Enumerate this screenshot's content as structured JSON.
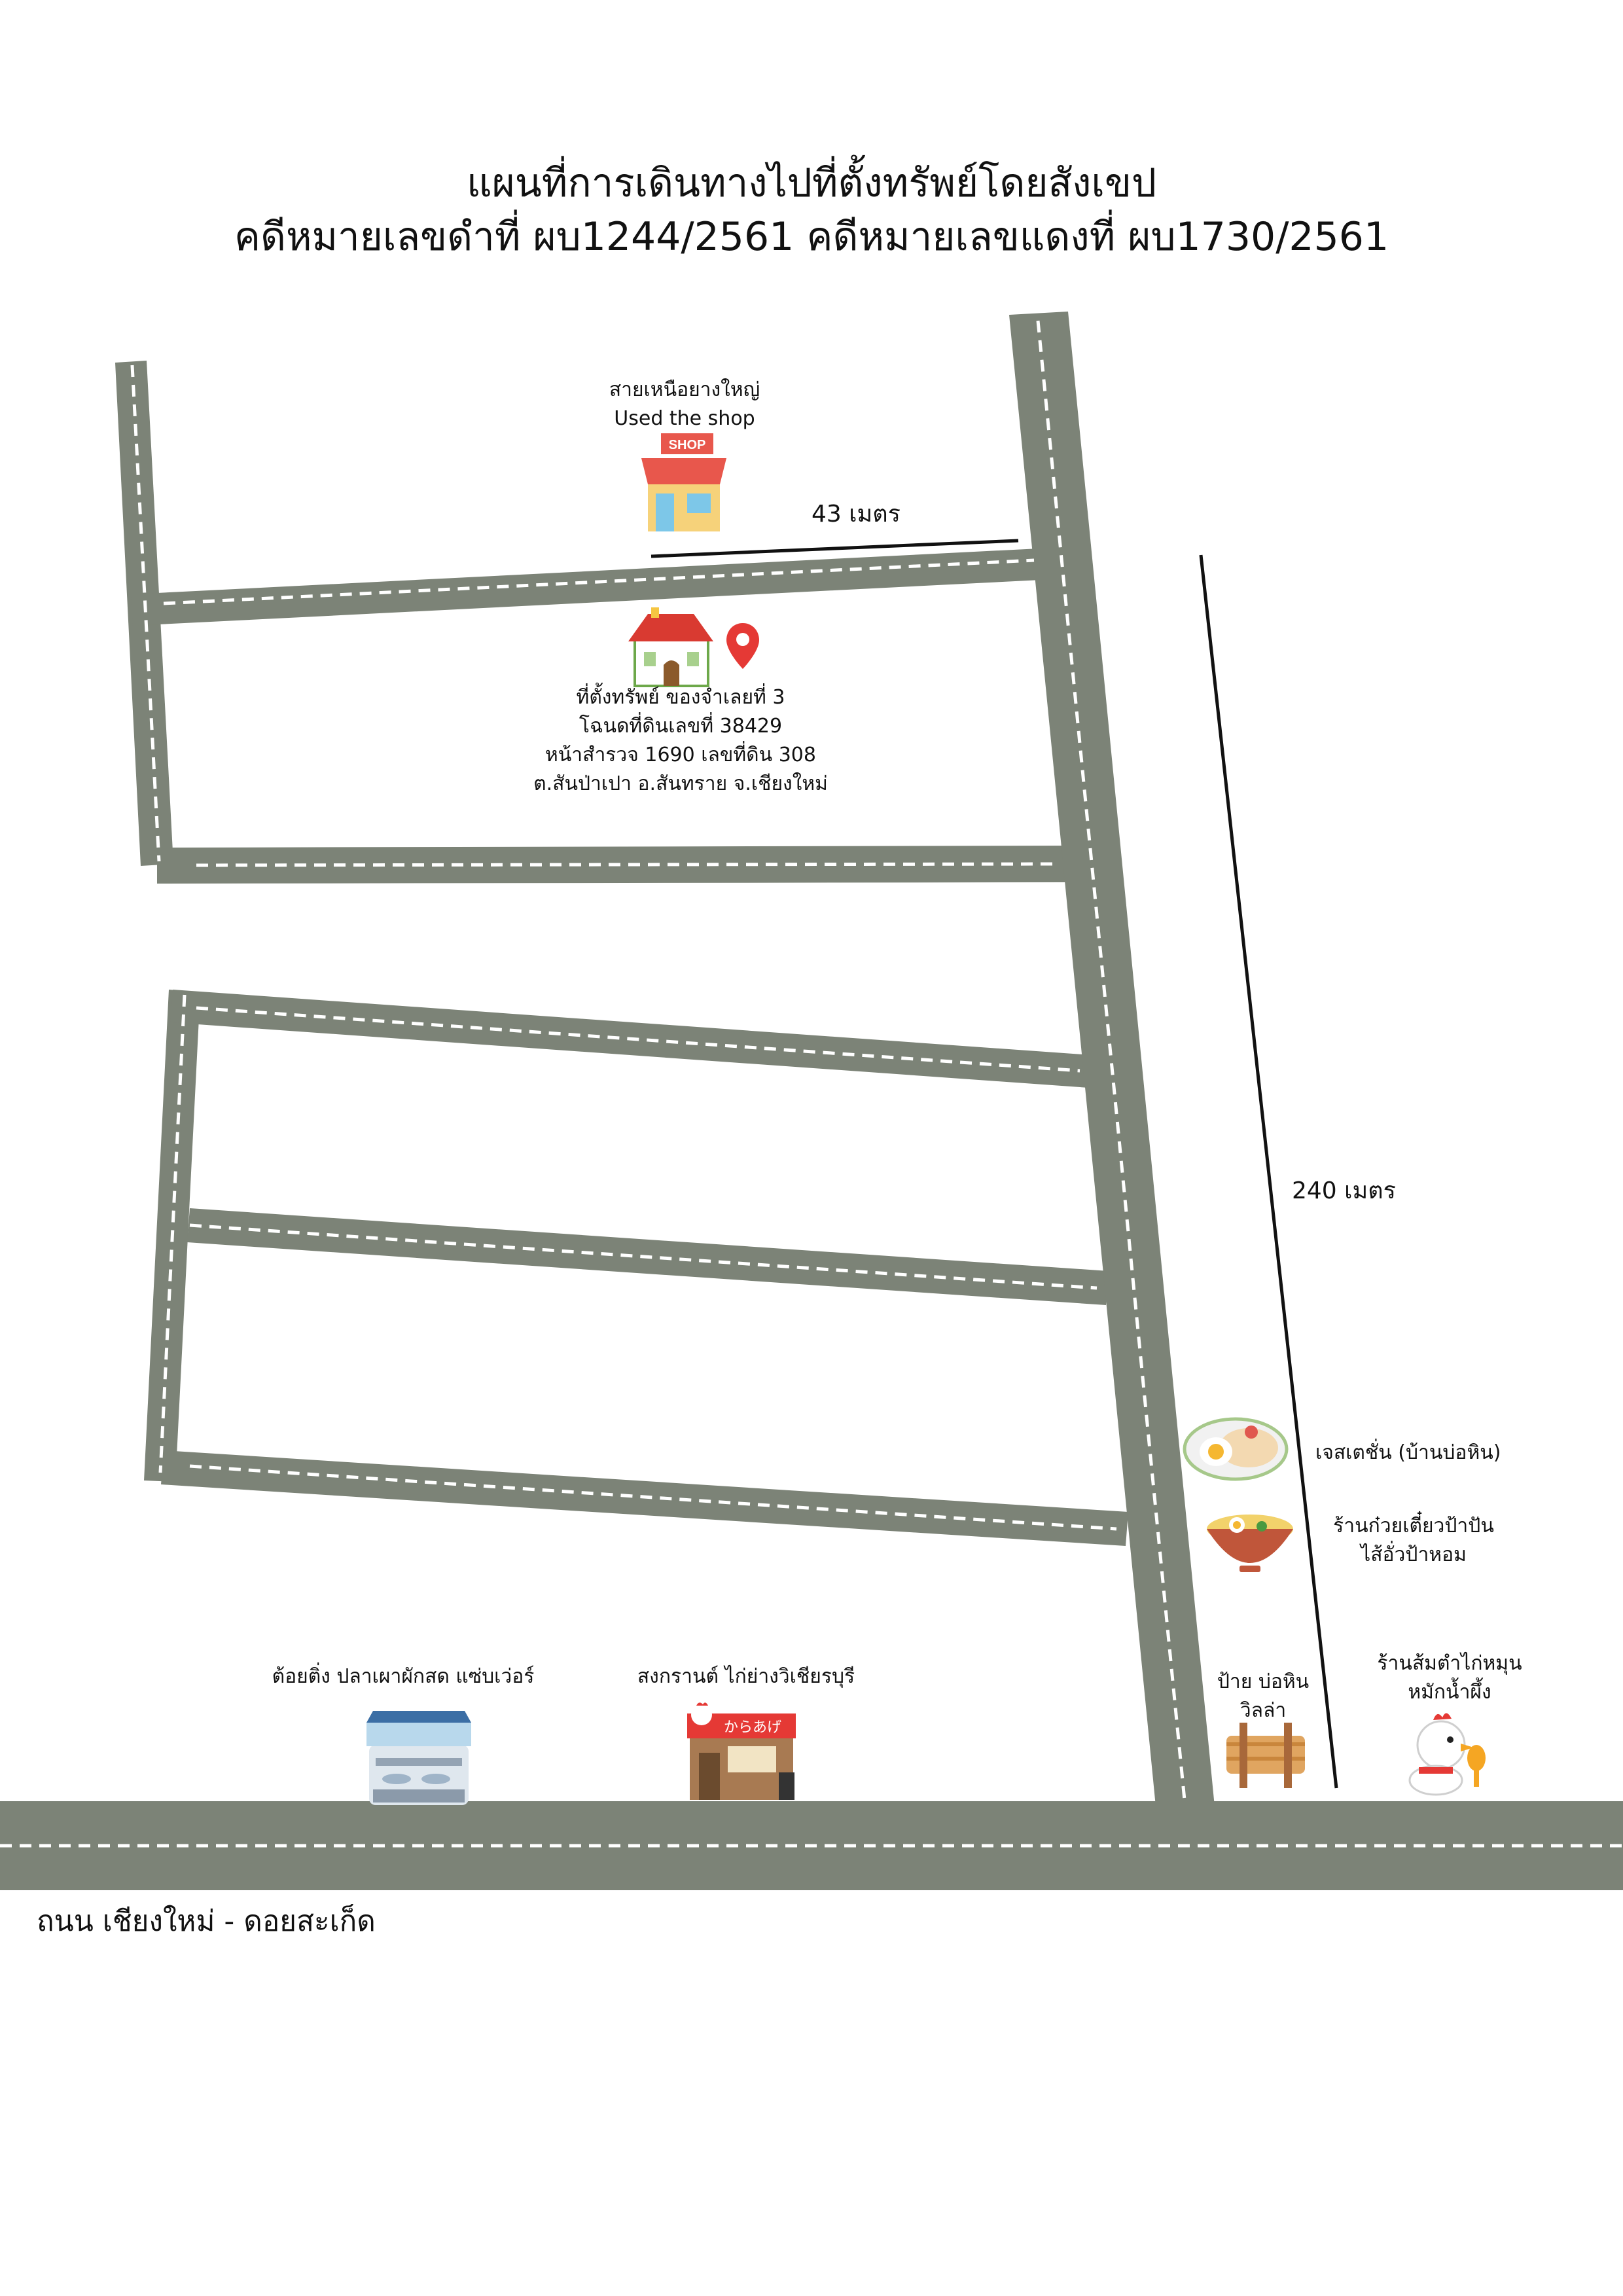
{
  "title": {
    "line1": "แผนที่การเดินทางไปที่ตั้งทรัพย์โดยสังเขป",
    "line2": "คดีหมายเลขดำที่ ผบ1244/2561 คดีหมายเลขแดงที่ ผบ1730/2561"
  },
  "colors": {
    "road": "#7c8377",
    "dash": "#ffffff",
    "pin": "#e53935",
    "roof": "#d93a31"
  },
  "shop": {
    "label_th": "สายเหนือยางใหญ่",
    "label_en": "Used the shop",
    "sign": "SHOP",
    "icon": "shop-icon"
  },
  "distances": {
    "top": "43 เมตร",
    "right": "240 เมตร"
  },
  "property": {
    "icon": "house-icon",
    "pin_icon": "location-pin-icon",
    "lines": [
      "ที่ตั้งทรัพย์ ของจำเลยที่ 3",
      "โฉนดที่ดินเลขที่ 38429",
      "หน้าสำรวจ 1690 เลขที่ดิน 308",
      "ต.สันป่าเปา อ.สันทราย จ.เชียงใหม่"
    ]
  },
  "landmarks": {
    "jstation": {
      "name": "เจสเตชั่น (บ้านบ่อหิน)",
      "icon": "food-plate-icon"
    },
    "noodle": {
      "line1": "ร้านก๋วยเตี๋ยวป้าปัน",
      "line2": "ไส้อั่วป้าหอม",
      "icon": "noodle-bowl-icon"
    },
    "sign": {
      "line1": "ป้าย บ่อหิน",
      "line2": "วิลล่า",
      "icon": "wooden-sign-icon"
    },
    "somtam": {
      "line1": "ร้านส้มตำไก่หมุน",
      "line2": "หมักน้ำผึ้ง",
      "icon": "chicken-mascot-icon"
    },
    "fish": {
      "name": "ต้อยติ่ง ปลาเผาผักสด แซ่บเว่อร์",
      "icon": "fish-market-icon"
    },
    "chicken": {
      "name": "สงกรานต์ ไก่ย่างวิเชียรบุรี",
      "icon": "karaage-shop-icon",
      "sign": "からあげ"
    }
  },
  "road_name": "ถนน เชียงใหม่ - ดอยสะเก็ด"
}
